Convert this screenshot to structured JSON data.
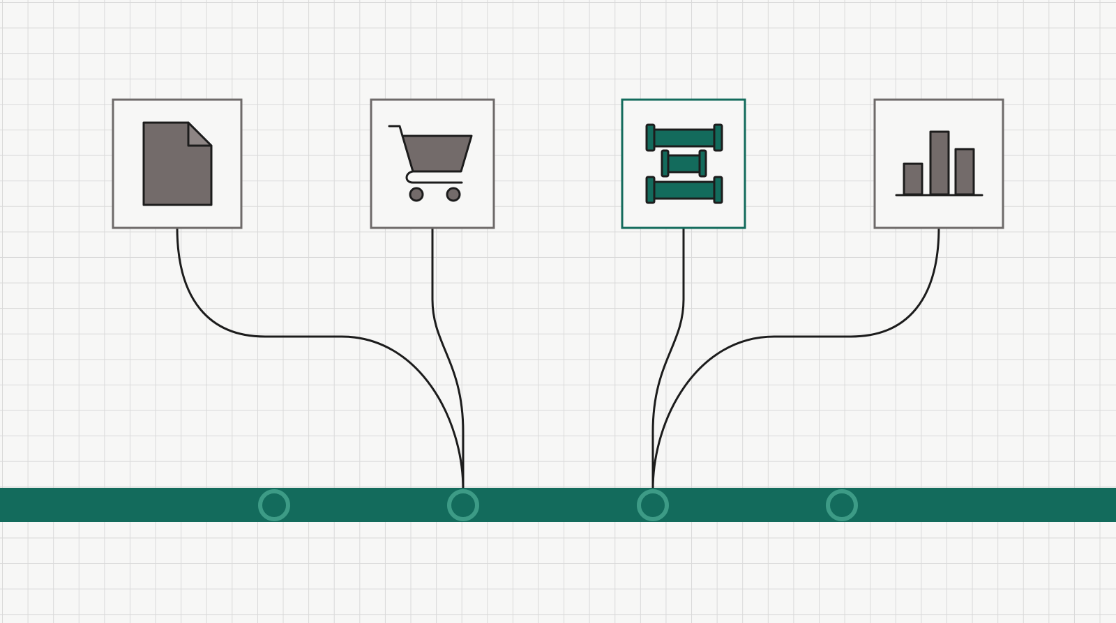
{
  "nodes": [
    {
      "id": "document",
      "icon": "document-icon",
      "active": false
    },
    {
      "id": "cart",
      "icon": "shopping-cart-icon",
      "active": false
    },
    {
      "id": "pipeline",
      "icon": "pipes-icon",
      "active": true
    },
    {
      "id": "chart",
      "icon": "bar-chart-icon",
      "active": false
    }
  ],
  "bus": {
    "ports": 4
  },
  "colors": {
    "accent": "#136b5c",
    "port": "#3d9b86",
    "icon_fill": "#736b6a",
    "outline": "#1c1c1c",
    "card_border": "#6e6a69",
    "background": "#f7f7f6",
    "grid": "#d9d9d9"
  }
}
